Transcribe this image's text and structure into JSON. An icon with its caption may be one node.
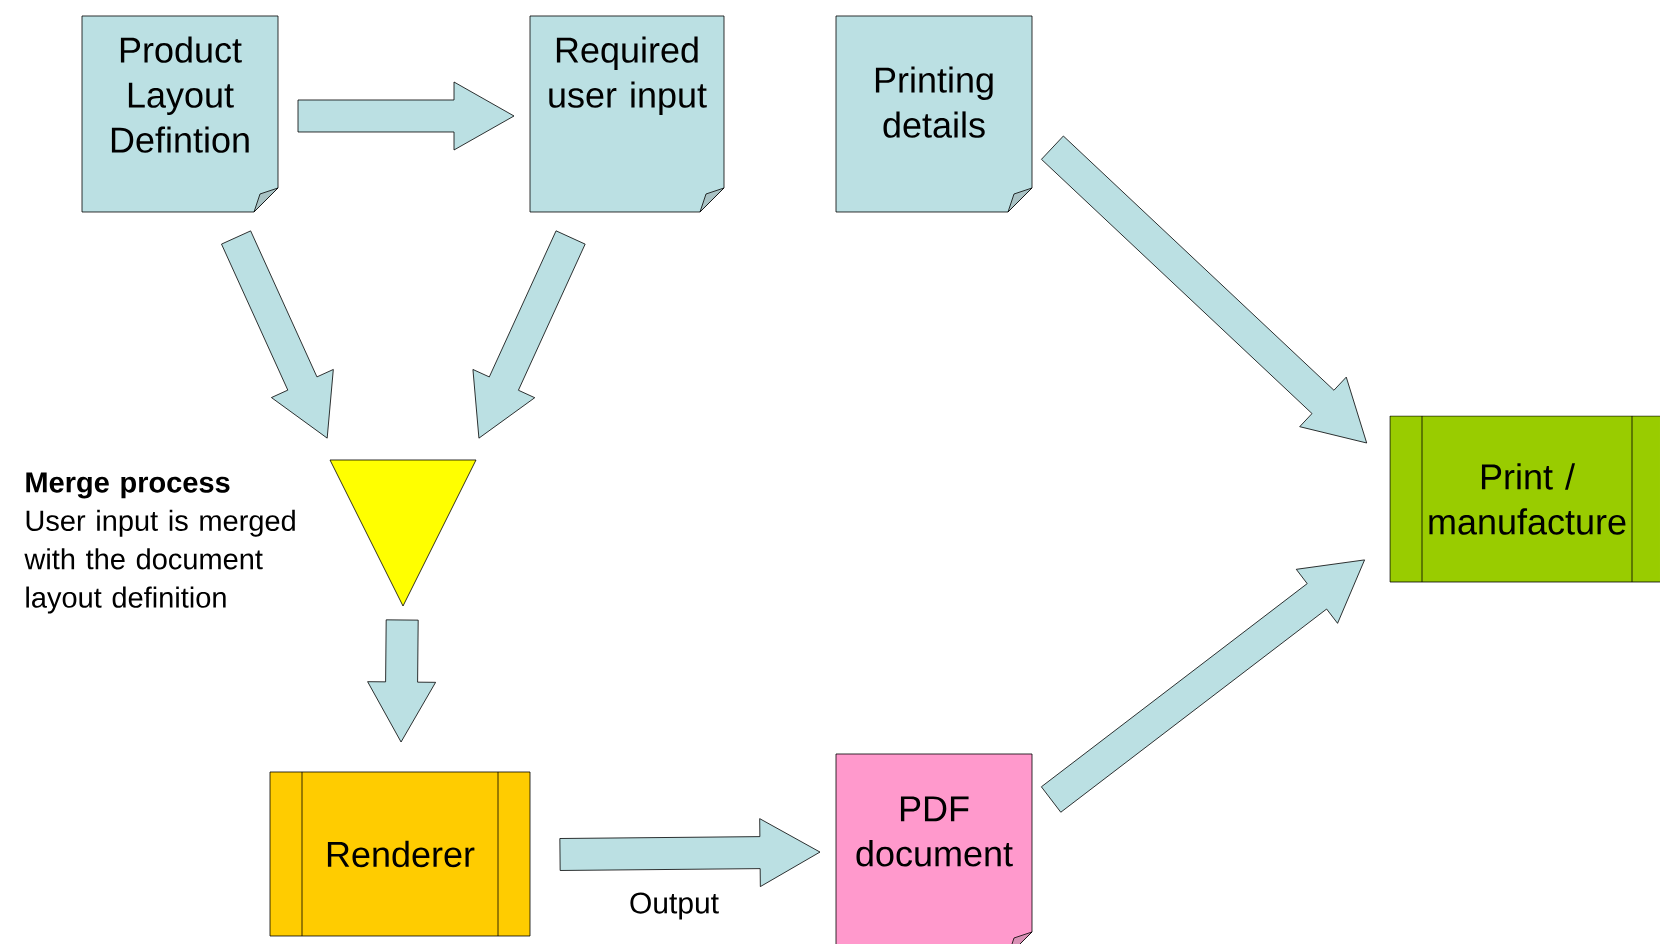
{
  "diagram": {
    "nodes": [
      {
        "text": [
          "Product Layout Defintion"
        ]
      },
      {
        "text": [
          "Required user input"
        ]
      },
      {
        "text": [
          "Printing details"
        ]
      },
      {
        "text": [],
        "shape": "triangle",
        "beside": [
          "Merge process",
          "User input is merged with the document layout  definition"
        ]
      },
      {
        "text": [
          "Renderer"
        ]
      },
      {
        "text": [
          "PDF document"
        ]
      },
      {
        "text": [
          "Print / manufacture"
        ]
      }
    ],
    "edges": [
      {
        "from": 0,
        "to": 1,
        "arrow": "to"
      },
      {
        "from": 0,
        "to": 3,
        "arrow": "to"
      },
      {
        "from": 1,
        "to": 3,
        "arrow": "to"
      },
      {
        "from": 3,
        "to": 4,
        "arrow": "to"
      },
      {
        "from": 4,
        "to": 5,
        "arrow": "to",
        "label": "Output"
      },
      {
        "from": 5,
        "to": 6,
        "arrow": "to"
      },
      {
        "from": 2,
        "to": 6,
        "arrow": "to"
      }
    ]
  }
}
